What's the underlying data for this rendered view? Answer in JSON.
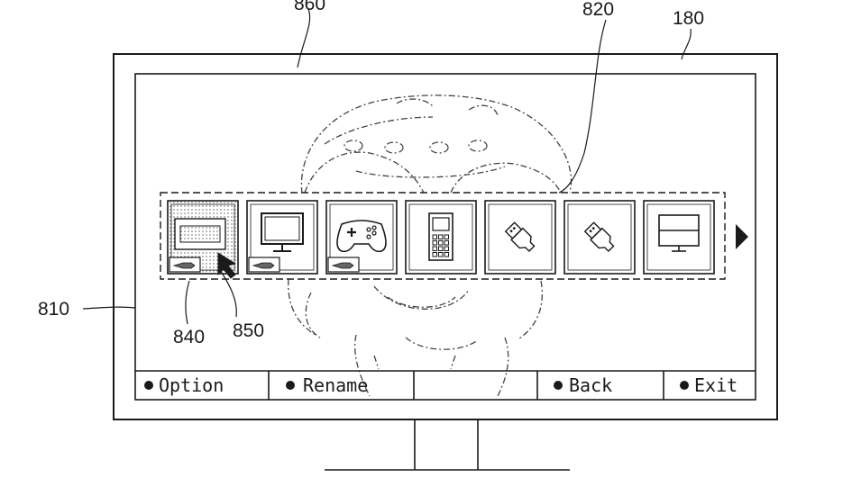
{
  "reference_labels": {
    "background": "860",
    "device_list": "820",
    "display": "180",
    "screen": "810",
    "highlight": "840",
    "cursor": "850"
  },
  "devices": [
    {
      "icon": "input-source-icon",
      "selected": true
    },
    {
      "icon": "monitor-icon"
    },
    {
      "icon": "gamepad-icon"
    },
    {
      "icon": "mobile-phone-icon"
    },
    {
      "icon": "usb-icon"
    },
    {
      "icon": "usb-icon"
    },
    {
      "icon": "display-panel-icon"
    }
  ],
  "menu_bar": {
    "option_label": "Option",
    "rename_label": "Rename",
    "back_label": "Back",
    "exit_label": "Exit"
  },
  "colors": {
    "line": "#1a1a1a",
    "selected_tile": "#d9d9d9"
  }
}
